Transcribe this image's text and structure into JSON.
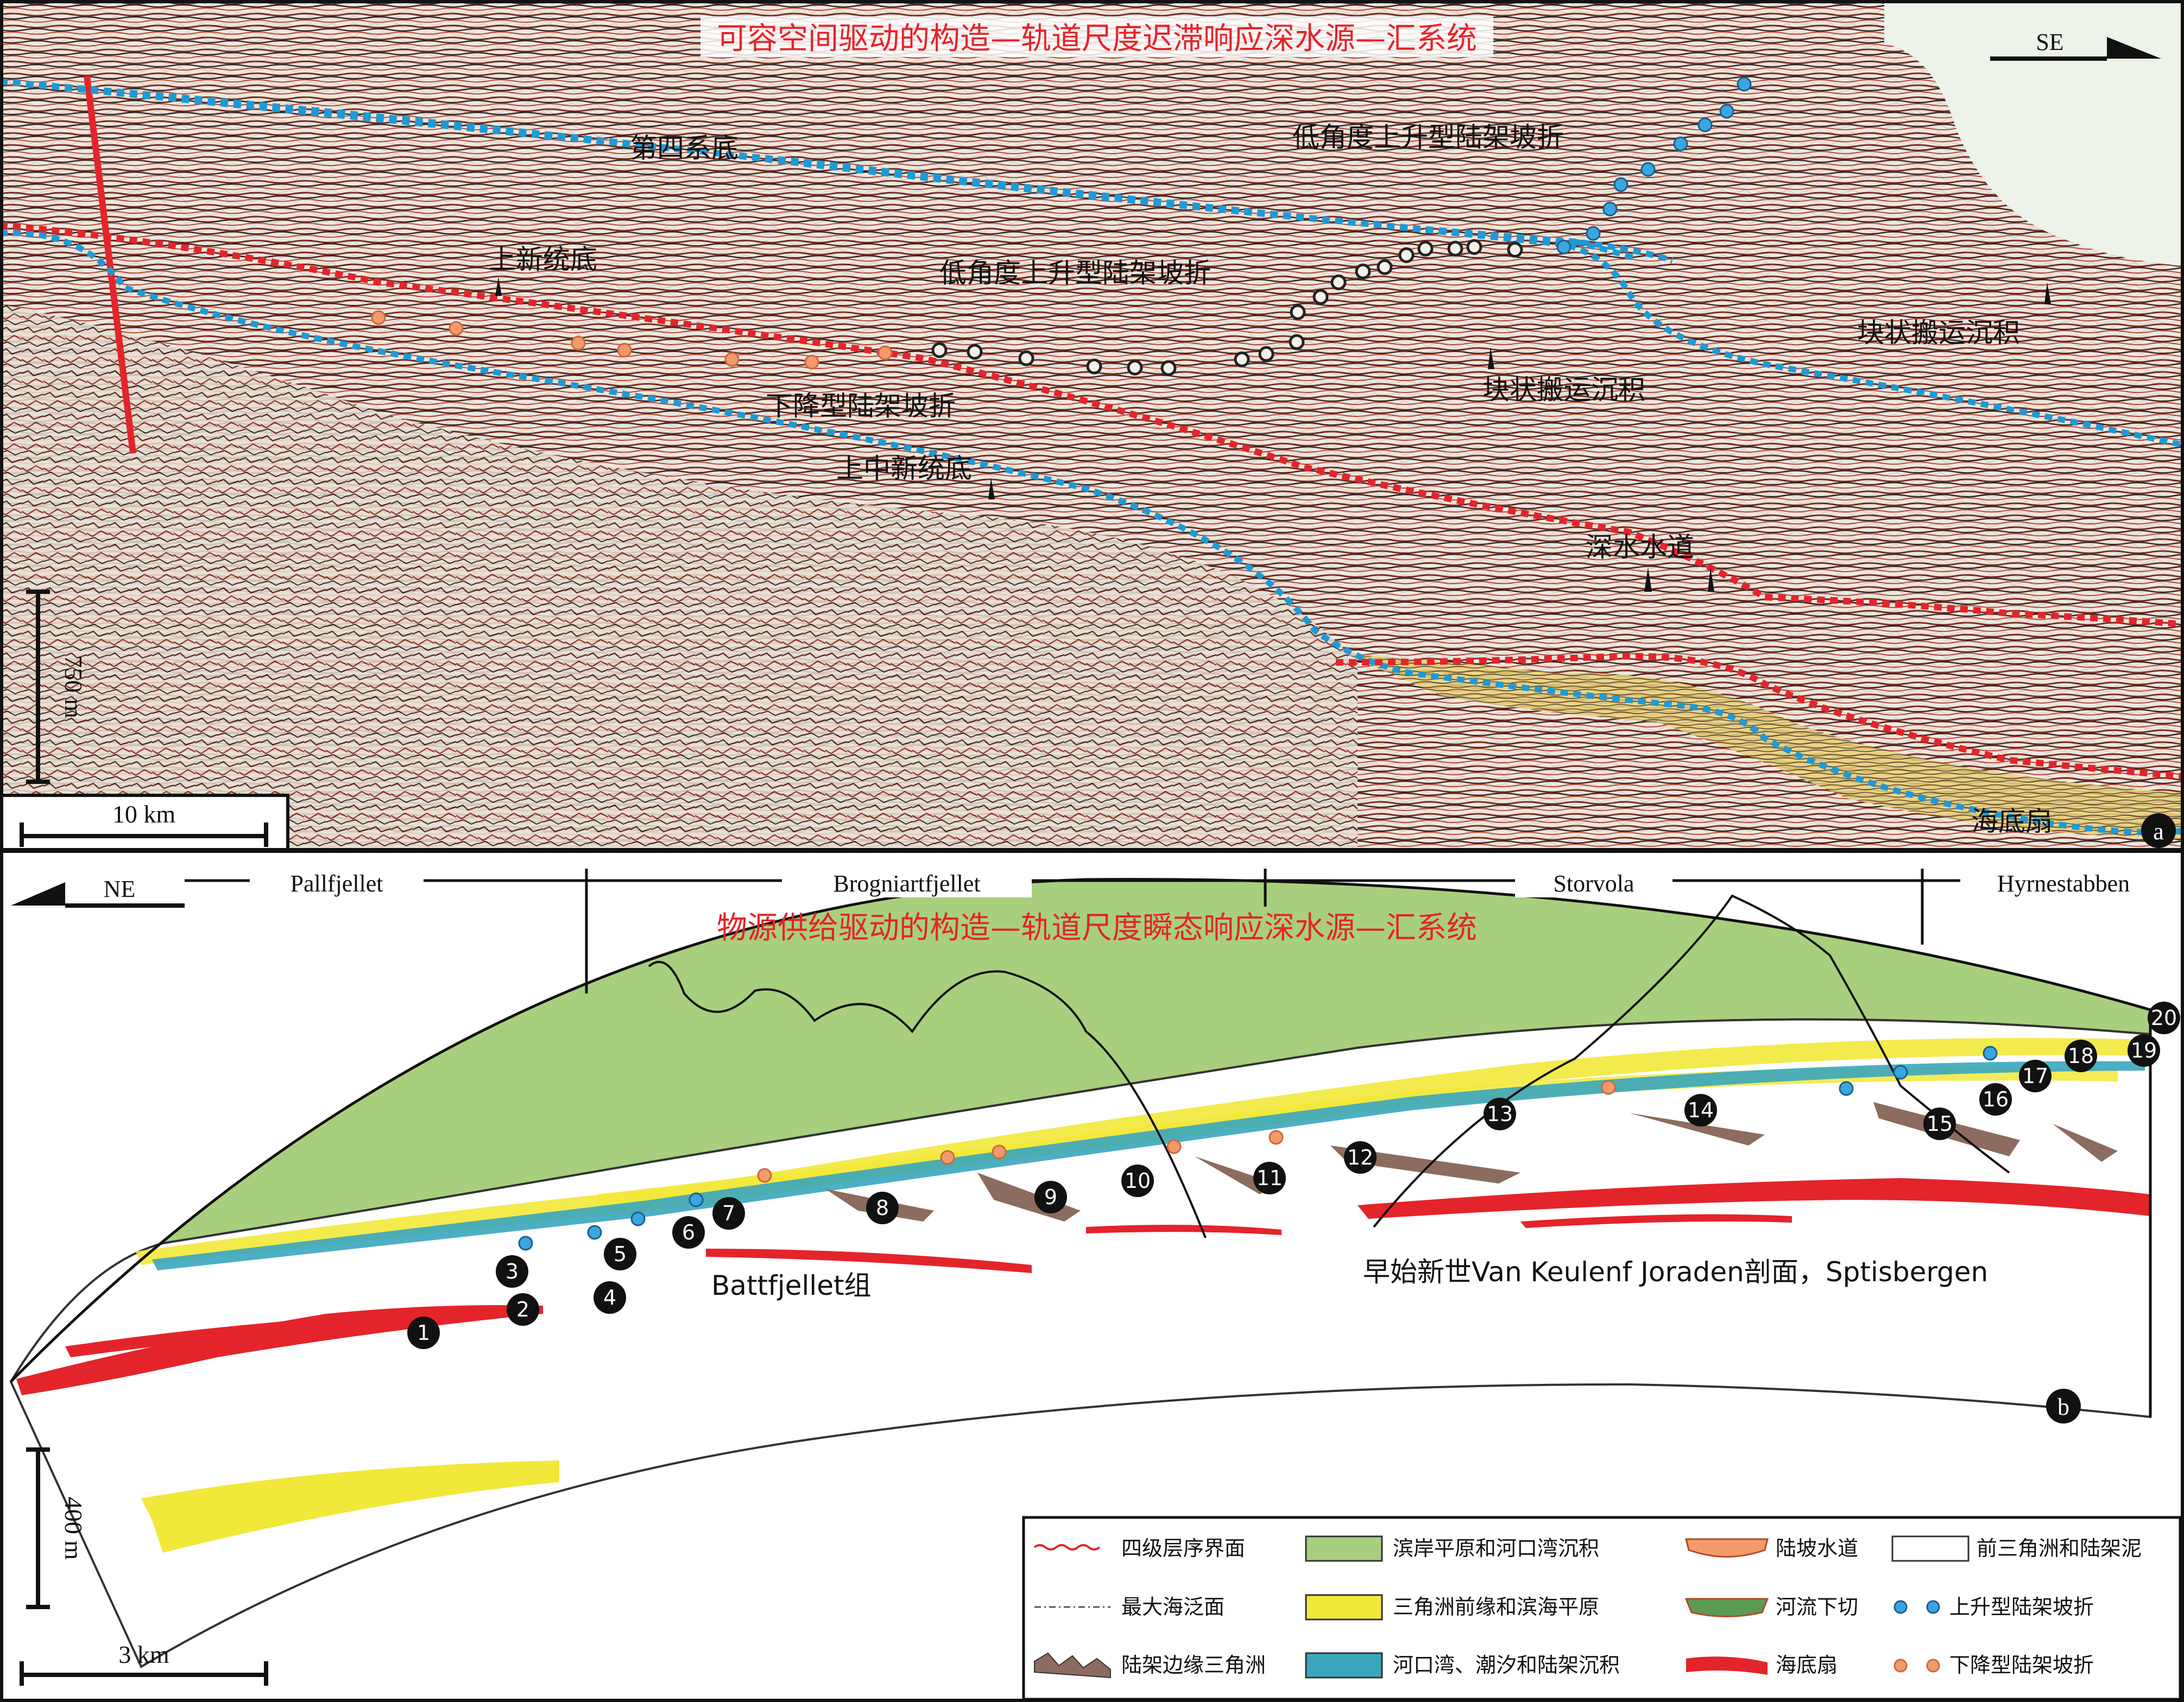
{
  "colors": {
    "red": "#e4242b",
    "blue": "#1e9ad6",
    "green": "#a8cf7d",
    "yellow": "#f2e83a",
    "teal": "#3aa6be",
    "brown": "#8c6c5e",
    "orange": "#f39a6b"
  },
  "panel_a": {
    "title": "可容空间驱动的构造—轨道尺度迟滞响应深水源—汇系统",
    "direction": "SE",
    "panel_label": "a",
    "scale_vertical": "750 m",
    "scale_horizontal": "10 km",
    "labels": {
      "quaternary_base": "第四系底",
      "upper_pliocene_base": "上新统底",
      "upper_miocene_base": "上中新统底",
      "low_angle_rising_1": "低角度上升型陆架坡折",
      "low_angle_rising_2": "低角度上升型陆架坡折",
      "falling_break": "下降型陆架坡折",
      "mass_transport_1": "块状搬运沉积",
      "mass_transport_2": "块状搬运沉积",
      "deepwater_channel": "深水水道",
      "submarine_fan": "海底扇"
    }
  },
  "panel_b": {
    "title": "物源供给驱动的构造—轨道尺度瞬态响应深水源—汇系统",
    "direction": "NE",
    "panel_label": "b",
    "locations": [
      "Pallfjellet",
      "Brogniartfjellet",
      "Storvola",
      "Hyrnestabben"
    ],
    "formation": "Battfjellet组",
    "section_caption": "早始新世Van Keulenf Joraden剖面，Sptisbergen",
    "scale_vertical": "400 m",
    "scale_horizontal": "3 km",
    "markers": [
      "1",
      "2",
      "3",
      "4",
      "5",
      "6",
      "7",
      "8",
      "9",
      "10",
      "11",
      "12",
      "13",
      "14",
      "15",
      "16",
      "17",
      "18",
      "19",
      "20"
    ]
  },
  "legend": [
    {
      "key": "seq_boundary",
      "label": "四级层序界面"
    },
    {
      "key": "coastal_plain",
      "label": "滨岸平原和河口湾沉积"
    },
    {
      "key": "slope_channel",
      "label": "陆坡水道"
    },
    {
      "key": "prodelta",
      "label": "前三角洲和陆架泥"
    },
    {
      "key": "mfs",
      "label": "最大海泛面"
    },
    {
      "key": "delta_front",
      "label": "三角洲前缘和滨海平原"
    },
    {
      "key": "incision",
      "label": "河流下切"
    },
    {
      "key": "rising_break",
      "label": "上升型陆架坡折"
    },
    {
      "key": "shelf_margin_delta",
      "label": "陆架边缘三角洲"
    },
    {
      "key": "estuary_tidal",
      "label": "河口湾、潮汐和陆架沉积"
    },
    {
      "key": "submarine_fan",
      "label": "海底扇"
    },
    {
      "key": "falling_break",
      "label": "下降型陆架坡折"
    }
  ]
}
